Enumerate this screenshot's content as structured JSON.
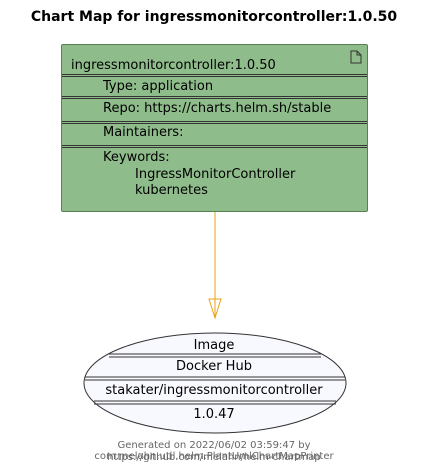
{
  "title": "Chart Map for ingressmonitorcontroller:1.0.50",
  "chart": {
    "name": "ingressmonitorcontroller:1.0.50",
    "type": "Type: application",
    "repo": "Repo: https://charts.helm.sh/stable",
    "maintainers": "Maintainers:",
    "keywords_label": "Keywords:",
    "keywords": [
      "IngressMonitorController",
      "kubernetes"
    ],
    "icon": "document-icon"
  },
  "image": {
    "label": "Image",
    "registry": "Docker Hub",
    "repository": "stakater/ingressmonitorcontroller",
    "tag": "1.0.47"
  },
  "footer": {
    "line1": "Generated on 2022/06/02 03:59:47 by com.melahn.util.helm.PlantUmlChartMapPrinter",
    "line2": "https://github.com/melahn/helm-chartmap"
  },
  "colors": {
    "chart_fill": "#8fbc8b",
    "arrow": "#e8a317",
    "image_fill": "#f8f8ff"
  }
}
